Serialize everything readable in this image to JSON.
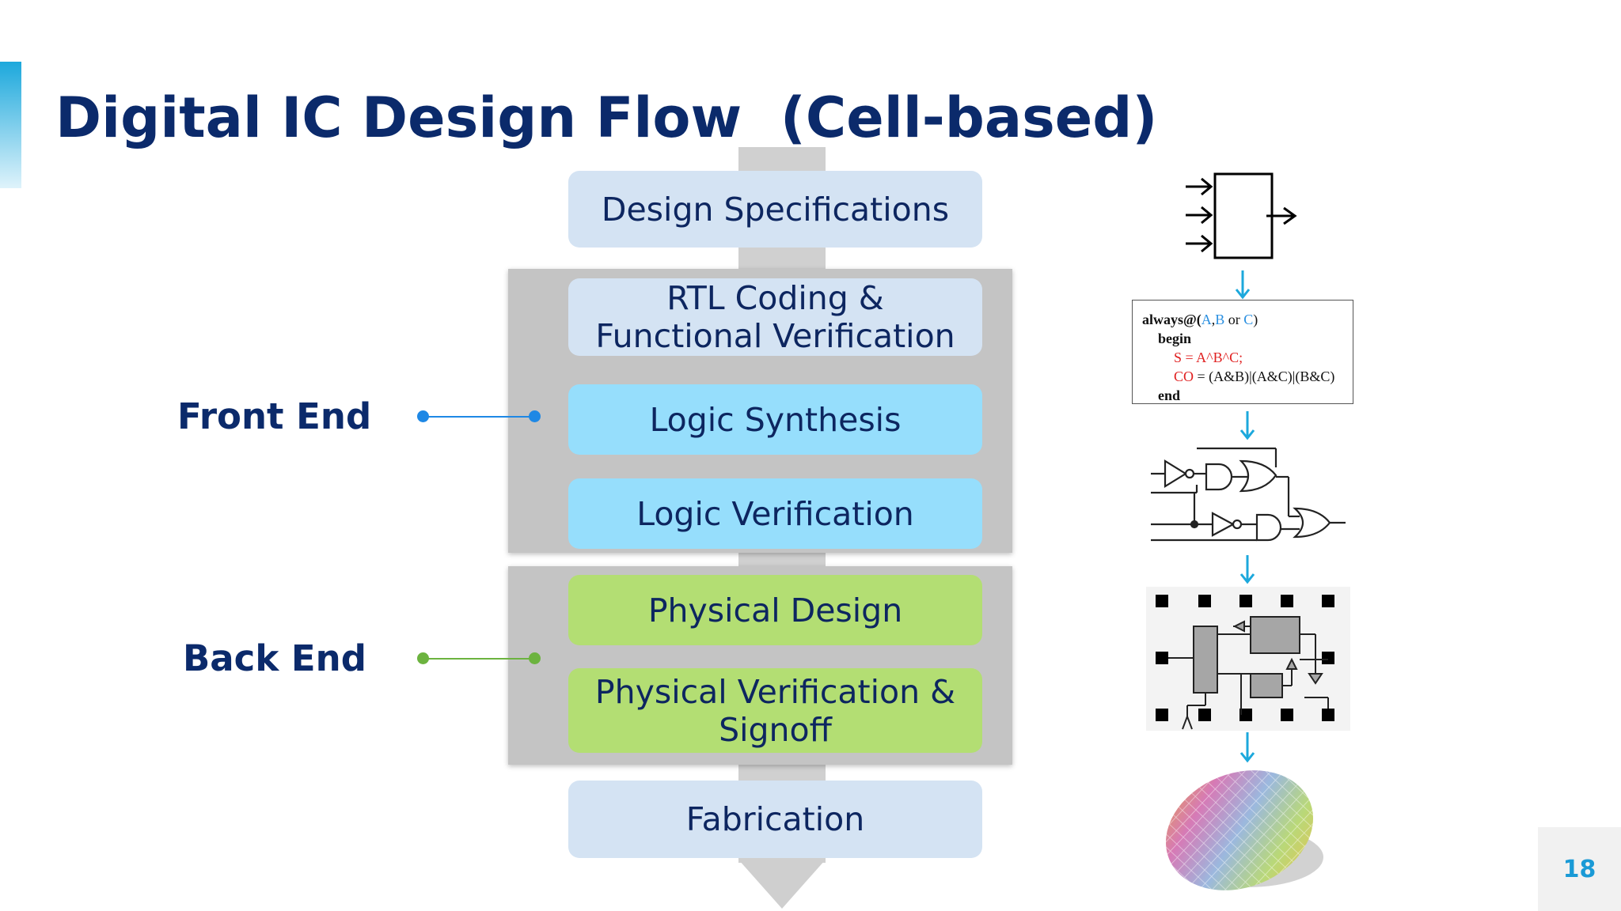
{
  "title": "Digital IC Design Flow  (Cell-based)",
  "page_number": "18",
  "flow_steps": {
    "design_specifications": "Design Specifications",
    "rtl_coding": "RTL Coding &\nFunctional Verification",
    "logic_synthesis": "Logic Synthesis",
    "logic_verification": "Logic Verification",
    "physical_design": "Physical Design",
    "physical_verification": "Physical Verification &\nSignoff",
    "fabrication": "Fabrication"
  },
  "groups": {
    "front_end": "Front End",
    "back_end": "Back End"
  },
  "code_snippet": {
    "line1_kw": "always@(",
    "line1_a": "A",
    "line1_comma": ",",
    "line1_b": "B",
    "line1_or": " or ",
    "line1_c": "C",
    "line1_end": ")",
    "line2": "begin",
    "line3": "S = A^B^C;",
    "line4_co": "CO",
    "line4_rest": " = (A&B)|(A&C)|(B&C)",
    "line5": "end"
  },
  "colors": {
    "title": "#0b2a6b",
    "spec_box": "#d4e3f3",
    "front_box": "#96defc",
    "back_box": "#b3de73",
    "front_connector": "#1e88e5",
    "back_connector": "#6cb33f",
    "arrow": "#1ca8dc",
    "page_number": "#1a9ad6"
  }
}
